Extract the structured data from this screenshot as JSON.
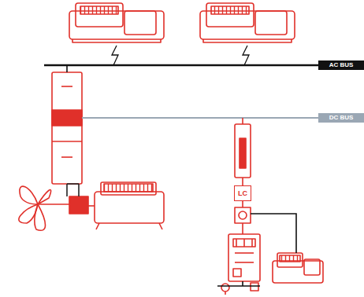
{
  "diagram": {
    "nodes": [
      {
        "text": [
          "AC BUS"
        ]
      },
      {
        "text": [
          "DC BUS"
        ]
      },
      {
        "text": [
          "LC"
        ]
      }
    ]
  }
}
